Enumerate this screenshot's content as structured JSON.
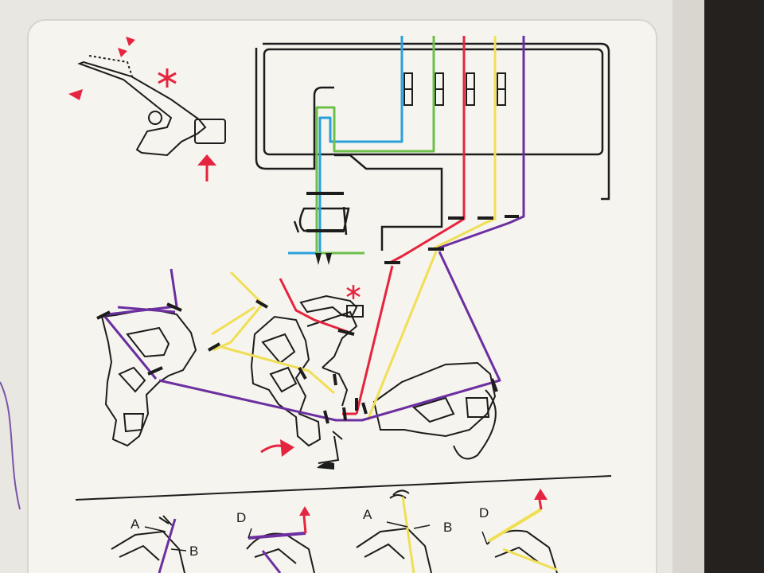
{
  "colors": {
    "blue": "#2aa1dc",
    "green": "#6cc04a",
    "red": "#e5243f",
    "yellow": "#f0df55",
    "purple": "#6b2fa0",
    "outline": "#1c1c1c",
    "card": "#f6f4ee",
    "mark": "#e5243f"
  },
  "icons": {
    "mark_top": "asterisk",
    "mark_looper": "asterisk",
    "arrow_up": "arrow-up",
    "arrow_curve": "curved-arrow"
  },
  "threads": [
    "blue",
    "green",
    "red",
    "yellow",
    "purple"
  ],
  "step_labels": {
    "s1_a": "A",
    "s1_b": "B",
    "s2_d": "D",
    "s3_a": "A",
    "s3_b": "B",
    "s4_d": "D"
  }
}
